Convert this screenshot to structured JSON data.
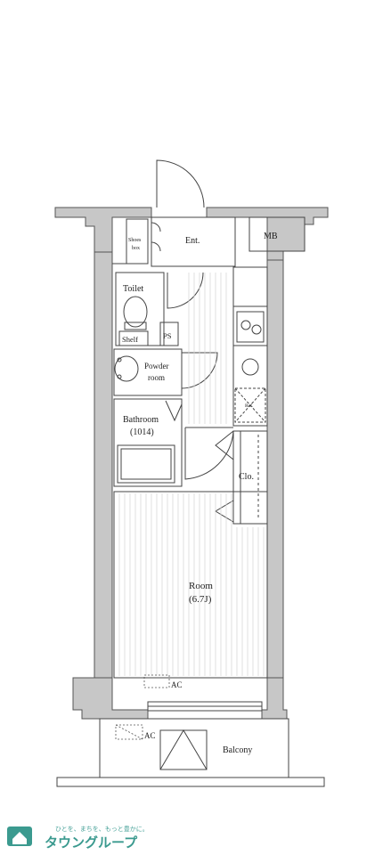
{
  "floorplan": {
    "labels": {
      "entrance": "Ent.",
      "meter_box": "MB",
      "shoes_box_line1": "Shoes",
      "shoes_box_line2": "box",
      "toilet": "Toilet",
      "shelf": "Shelf",
      "pipe_space": "PS",
      "powder_room_line1": "Powder",
      "powder_room_line2": "room",
      "bathroom": "Bathroom",
      "bathroom_size": "(1014)",
      "closet": "Clo.",
      "refrigerator": "Ref.",
      "room": "Room",
      "room_size": "(6.7J)",
      "ac_room": "AC",
      "ac_balcony": "AC",
      "balcony": "Balcony"
    },
    "colors": {
      "wall_fill": "#c7c7c7",
      "wall_stroke": "#555555",
      "line": "#444444"
    }
  },
  "logo": {
    "tagline": "ひとを、まちを、もっと豊かに。",
    "name": "タウングループ",
    "color": "#3b9a8f"
  }
}
